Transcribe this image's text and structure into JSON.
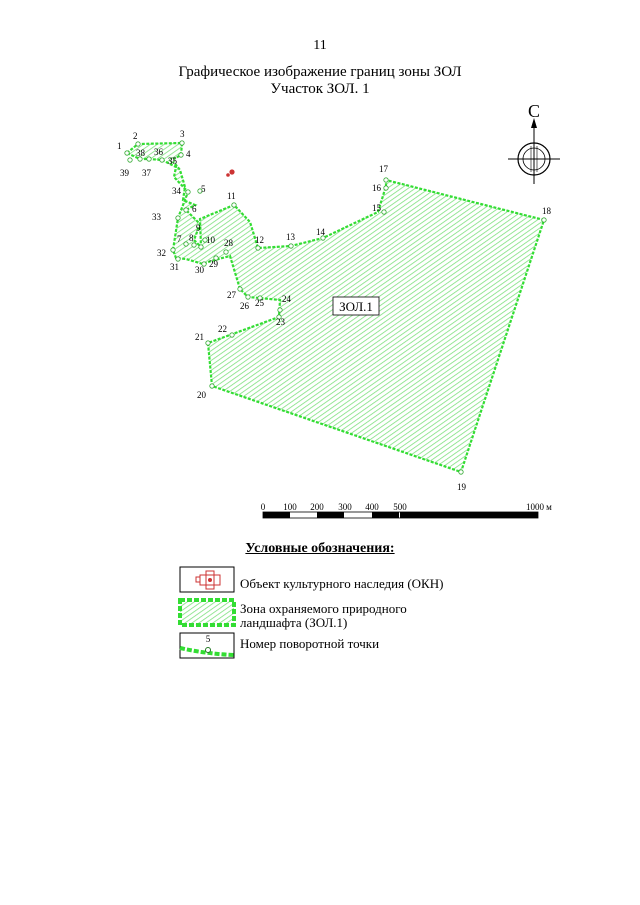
{
  "page_number": "11",
  "title": {
    "line1": "Графическое изображение границ зоны ЗОЛ",
    "line2": "Участок ЗОЛ. 1"
  },
  "compass": {
    "label": "С",
    "icon": "north-arrow-icon"
  },
  "zone": {
    "label": "ЗОЛ.1",
    "color": "#22dd22"
  },
  "okn_marker_color": "#cc3333",
  "points": {
    "p1": "1",
    "p2": "2",
    "p3": "3",
    "p4": "4",
    "p5": "5",
    "p6": "6",
    "p7": "7",
    "p8": "8",
    "p9": "9",
    "p10": "10",
    "p11": "11",
    "p12": "12",
    "p13": "13",
    "p14": "14",
    "p15": "15",
    "p16": "16",
    "p17": "17",
    "p18": "18",
    "p19": "19",
    "p20": "20",
    "p21": "21",
    "p22": "22",
    "p23": "23",
    "p24": "24",
    "p25": "25",
    "p26": "26",
    "p27": "27",
    "p28": "28",
    "p29": "29",
    "p30": "30",
    "p31": "31",
    "p32": "32",
    "p33": "33",
    "p34": "34",
    "p35": "35",
    "p36": "36",
    "p37": "37",
    "p38": "38",
    "p39": "39"
  },
  "scale_bar": {
    "labels": [
      "0",
      "100",
      "200",
      "300",
      "400",
      "500",
      "1000"
    ],
    "unit": "м"
  },
  "legend": {
    "title": "Условные обозначения:",
    "items": [
      {
        "text": "Объект культурного наследия (ОКН)",
        "icon": "okn-icon"
      },
      {
        "text": "Зона охраняемого природного ландшафта (ЗОЛ.1)",
        "icon": "zone-hatch-icon"
      },
      {
        "text": "Номер поворотной точки",
        "icon": "turning-point-icon",
        "sample_label": "5"
      }
    ]
  }
}
